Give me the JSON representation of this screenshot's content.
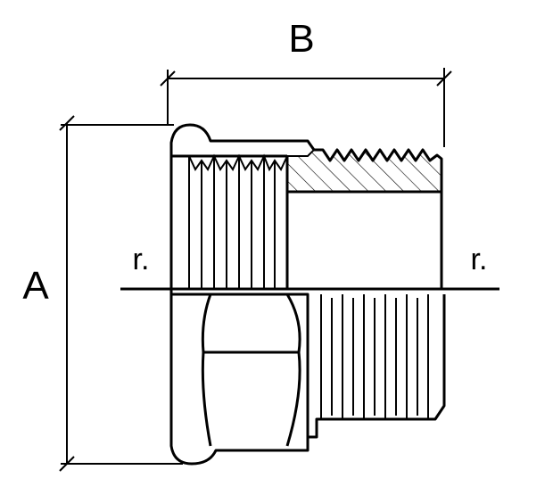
{
  "labels": {
    "width_dimension": "B",
    "height_dimension": "A",
    "thread_left": "r.",
    "thread_right": "r."
  },
  "colors": {
    "line": "#000000",
    "background": "#ffffff"
  }
}
